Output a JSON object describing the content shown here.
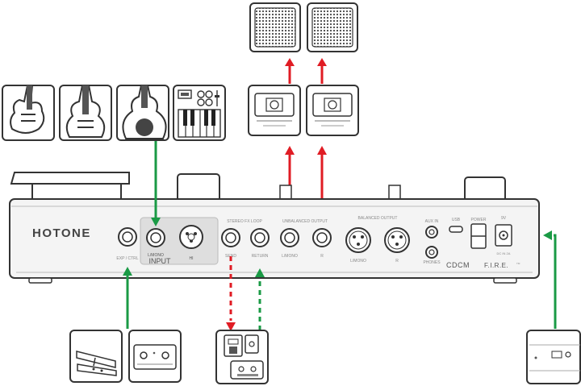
{
  "device": {
    "brand": "HOTONE",
    "logo": "CDCM",
    "fire_logo": "F.I.R.E.",
    "fire_tm": "TM",
    "dc_label": "9V",
    "dc_spec": "DC IN  2A",
    "colors": {
      "body": "#f4f4f4",
      "outline": "#333333",
      "label": "#888888",
      "input_panel": "#dedede"
    }
  },
  "jacks": {
    "exp_ctrl": "EXP / CTRL",
    "input_block": "INPUT",
    "input_mono": "L/MONO",
    "input_hi": "HI",
    "send": "SEND",
    "return": "RETURN",
    "out_l": "L/MONO",
    "out_r": "R",
    "xlr_l": "L/MONO",
    "xlr_r": "R",
    "aux_in": "AUX IN",
    "phones": "PHONES",
    "usb": "USB",
    "power": "POWER"
  },
  "sections": {
    "stereo_fx_loop": "STEREO FX LOOP",
    "unbalanced_output": "UNBALANCED OUTPUT",
    "balanced_output": "BALANCED OUTPUT"
  },
  "diagram": {
    "colors": {
      "signal_green": "#1a9a45",
      "signal_red": "#e01c24",
      "outline": "#333333",
      "box_fill": "#ffffff",
      "grey": "#9a9a9a"
    },
    "instruments": [
      "electric-guitar",
      "acoustic-guitar",
      "acoustic-guitar-round",
      "synth-keyboard"
    ],
    "outputs": [
      "speaker-cabinet",
      "speaker-cabinet"
    ],
    "amplifiers": [
      "power-amp",
      "power-amp"
    ],
    "controllers": [
      "expression-pedal",
      "footswitch"
    ],
    "fx_loop_device": "effects-pedal",
    "power_supply": "power-adapter"
  }
}
